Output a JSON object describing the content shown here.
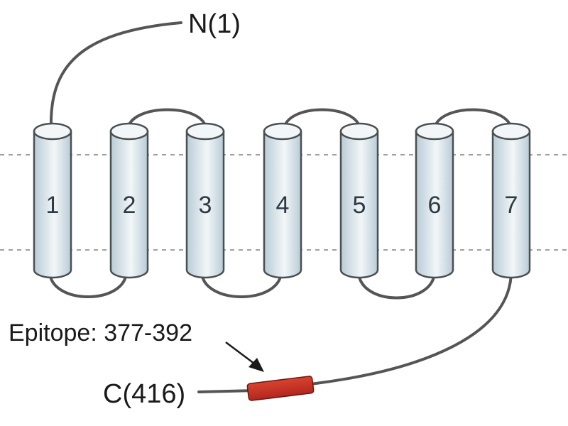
{
  "diagram": {
    "n_terminus_label": "N(1)",
    "c_terminus_label": "C(416)",
    "epitope_label": "Epitope: 377-392",
    "helices": [
      {
        "label": "1"
      },
      {
        "label": "2"
      },
      {
        "label": "3"
      },
      {
        "label": "4"
      },
      {
        "label": "5"
      },
      {
        "label": "6"
      },
      {
        "label": "7"
      }
    ]
  },
  "colors": {
    "helix_fill_light": "#f2f6f8",
    "helix_fill_dark": "#b9ccd6",
    "helix_stroke": "#4a4f52",
    "loop_stroke": "#555555",
    "membrane_dash": "#a0a0a0",
    "epitope_fill": "#b3261e",
    "epitope_stroke": "#6e1510"
  }
}
